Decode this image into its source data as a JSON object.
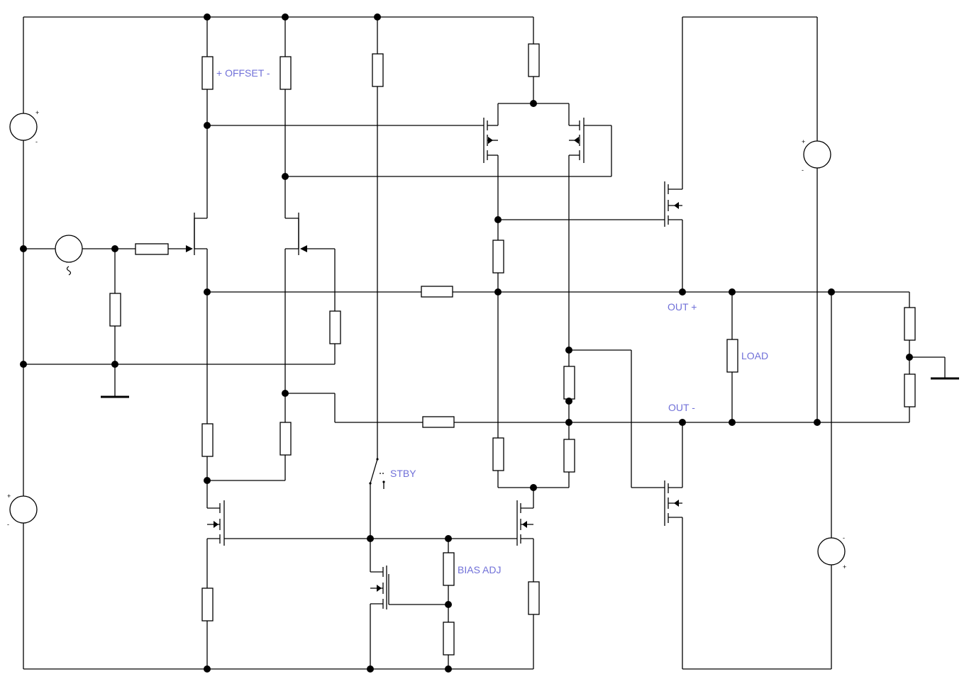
{
  "labels": {
    "offset": "+ OFFSET -",
    "out_plus": "OUT +",
    "out_minus": "OUT -",
    "load": "LOAD",
    "stby": "STBY",
    "bias_adj": "BIAS ADJ"
  },
  "polarity": {
    "plus": "+",
    "minus": "-"
  },
  "colors": {
    "wire": "#000000",
    "label": "#7070d8",
    "background": "#ffffff"
  }
}
